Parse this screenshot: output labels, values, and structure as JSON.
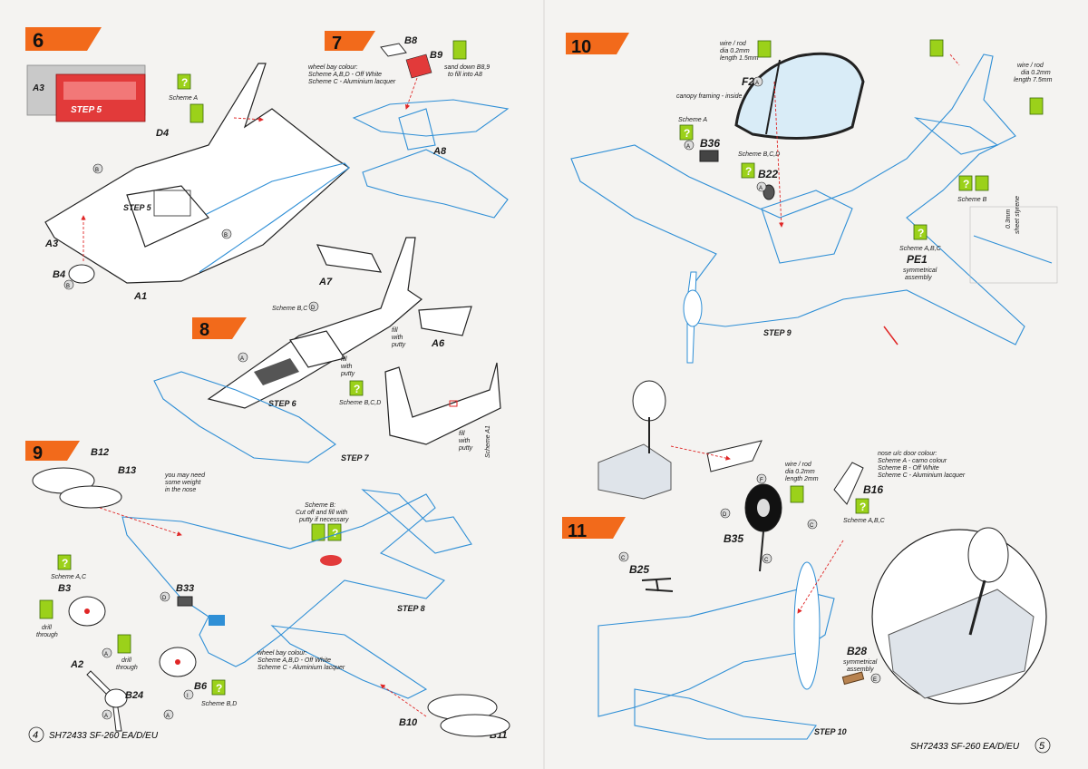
{
  "steps": {
    "s6": "6",
    "s7": "7",
    "s8": "8",
    "s9": "9",
    "s10": "10",
    "s11": "11"
  },
  "step_labels": {
    "step5_tag": "STEP 5",
    "step5": "STEP 5",
    "step6": "STEP 6",
    "step7": "STEP 7",
    "step8": "STEP 8",
    "step9": "STEP 9",
    "step10": "STEP 10"
  },
  "parts": {
    "A3_tag": "A3",
    "D4": "D4",
    "A3": "A3",
    "B4": "B4",
    "A1": "A1",
    "B8": "B8",
    "B9": "B9",
    "A8": "A8",
    "A7": "A7",
    "A6": "A6",
    "B12": "B12",
    "B13": "B13",
    "B3": "B3",
    "B33": "B33",
    "A2": "A2",
    "B24": "B24",
    "B6": "B6",
    "B10": "B10",
    "B11": "B11",
    "F2": "F2",
    "B36": "B36",
    "B22": "B22",
    "PE1": "PE1",
    "B25": "B25",
    "B35": "B35",
    "B16": "B16",
    "B28": "B28"
  },
  "letters": {
    "A": "A",
    "B": "B",
    "C": "C",
    "D": "D",
    "E": "E",
    "F": "F",
    "I": "I"
  },
  "notes": {
    "scheme_a": "Scheme A",
    "s7_wheel_bay": [
      "wheel bay colour:",
      "Scheme A,B,D - Off White",
      "Scheme C - Aluminium lacquer"
    ],
    "s7_sand": [
      "sand down B8,9",
      "to fill into A8"
    ],
    "s8_scheme_bc": "Scheme B,C",
    "s8_fill1": [
      "fill",
      "with",
      "putty"
    ],
    "s8_fill2": [
      "fill",
      "with",
      "putty"
    ],
    "s8_scheme_bcd": "Scheme B,C,D",
    "s8_fill3": [
      "fill",
      "with",
      "putty"
    ],
    "s8_scheme_a1": "Scheme A1",
    "s9_weight": [
      "you may need",
      "some weight",
      "in the nose"
    ],
    "s9_scheme_b": [
      "Scheme B:",
      "Cut off and fill with",
      "putty if necessary"
    ],
    "s9_scheme_ac": "Scheme A,C",
    "s9_drill1": [
      "drill",
      "through"
    ],
    "s9_drill2": [
      "drill",
      "through"
    ],
    "s9_wheel_bay": [
      "wheel bay colour:",
      "Scheme A,B,D - Off White",
      "Scheme C - Aluminium lacquer"
    ],
    "s9_scheme_bd": "Scheme B,D",
    "s10_wire1": [
      "wire / rod",
      "dia 0.2mm",
      "length 1.5mm"
    ],
    "s10_canopy": "canopy framing - inside",
    "s10_scheme_a": "Scheme A",
    "s10_scheme_bcd": "Scheme B,C,D",
    "s10_wire2": [
      "wire / rod",
      "dia 0.2mm",
      "length 7.5mm"
    ],
    "s10_scheme_b": "Scheme B",
    "s10_sheet": [
      "0.3mm",
      "sheet styrene"
    ],
    "s10_scheme_abc": "Scheme A,B,C",
    "s10_symm": [
      "symmetrical",
      "assembly"
    ],
    "s11_wire": [
      "wire / rod",
      "dia 0.2mm",
      "length 2mm"
    ],
    "s11_door": [
      "nose u/c door colour:",
      "Scheme A - camo colour",
      "Scheme B - Off White",
      "Scheme C - Aluminium lacquer"
    ],
    "s11_scheme_abc": "Scheme A,B,C",
    "s11_symm": [
      "symmetrical",
      "assembly"
    ]
  },
  "footer": {
    "page_left": "4",
    "left": "SH72433 SF-260 EA/D/EU",
    "right": "SH72433 SF-260 EA/D/EU",
    "page_right": "5"
  }
}
